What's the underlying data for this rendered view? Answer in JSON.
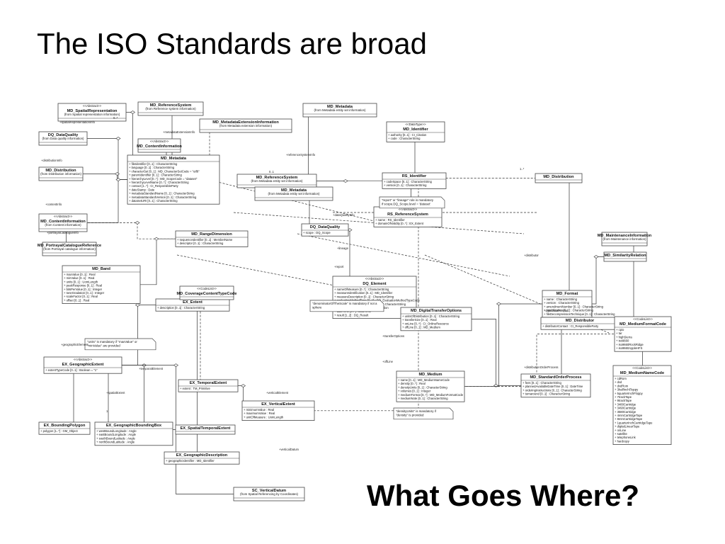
{
  "slide": {
    "title": "The ISO Standards are broad",
    "subtitle": "What Goes Where?"
  },
  "classes": [
    {
      "name": "MD_SpatialRepresentation",
      "stereo": "<<Abstract>>",
      "sub": "(from Spatial representation information)",
      "attrs": []
    },
    {
      "name": "MD_ReferenceSystem",
      "stereo": "",
      "sub": "(from Reference system information)",
      "attrs": []
    },
    {
      "name": "DQ_DataQuality",
      "stereo": "",
      "sub": "(from Data quality information)",
      "attrs": []
    },
    {
      "name": "MD_ContentInformation",
      "stereo": "<<Abstract>>",
      "sub": "",
      "attrs": []
    },
    {
      "name": "MD_MetadataExtensionInformation",
      "stereo": "",
      "sub": "(from Metadata extension information)",
      "attrs": []
    },
    {
      "name": "MD_Metadata",
      "stereo": "",
      "sub": "(from Metadata entity set information)",
      "attrs": []
    },
    {
      "name": "MD_Identifier",
      "stereo": "<<DataType>>",
      "sub": "",
      "attrs": [
        "+ authority [0..1] : CI_Citation",
        "+ code : CharacterString"
      ]
    },
    {
      "name": "MD_Distribution",
      "stereo": "",
      "sub": "(from Distribution information)",
      "attrs": []
    },
    {
      "name": "MD_Metadata",
      "stereo": "",
      "sub": "",
      "attrs": [
        "+ fileIdentifier [0..1] : CharacterString",
        "+ language [0..1] : CharacterString",
        "+ characterSet [0..1] : MD_CharacterSetCode = \"utf8\"",
        "+ parentIdentifier [0..1] : CharacterString",
        "+ hierarchyLevel [0..*] : MD_ScopeCode = \"dataset\"",
        "+ hierarchyLevelName [0..*] : CharacterString",
        "+ contact [1..*] : CI_ResponsibleParty",
        "+ dateStamp : Date",
        "+ metadataStandardName [0..1] : CharacterString",
        "+ metadataStandardVersion [0..1] : CharacterString",
        "+ dataSetURI [0..1] : CharacterString"
      ]
    },
    {
      "name": "MD_ReferenceSystem",
      "stereo": "",
      "sub": "(from Metadata entity set information)",
      "attrs": []
    },
    {
      "name": "RS_Identifier",
      "stereo": "",
      "sub": "",
      "attrs": [
        "+ codeSpace [0..1] : CharacterString",
        "+ version [0..1] : CharacterString"
      ]
    },
    {
      "name": "MD_Metadata",
      "stereo": "",
      "sub": "(from Metadata entity set information)",
      "attrs": []
    },
    {
      "name": "MD_ContentInformation",
      "stereo": "<<Abstract>>",
      "sub": "(from Content information)",
      "attrs": []
    },
    {
      "name": "MD_PortrayalCatalogueReference",
      "stereo": "",
      "sub": "(from Portrayal catalogue information)",
      "attrs": []
    },
    {
      "name": "MD_RangeDimension",
      "stereo": "",
      "sub": "",
      "attrs": [
        "+ sequenceIdentifier [0..1] : MemberName",
        "+ descriptor [0..1] : CharacterString"
      ]
    },
    {
      "name": "MD_Band",
      "stereo": "",
      "sub": "",
      "attrs": [
        "+ maxValue [0..1] : Real",
        "+ minValue [0..1] : Real",
        "+ units [0..1] : UomLength",
        "+ peakResponse [0..1] : Real",
        "+ bitsPerValue [0..1] : Integer",
        "+ toneGradation [0..1] : Integer",
        "+ scaleFactor [0..1] : Real",
        "+ offset [0..1] : Real"
      ]
    },
    {
      "name": "DQ_DataQuality",
      "stereo": "",
      "sub": "",
      "attrs": [
        "+ scope : DQ_Scope"
      ]
    },
    {
      "name": "RS_ReferenceSystem",
      "stereo": "<<Abstract>>",
      "sub": "",
      "attrs": [
        "+ name : RS_Identifier",
        "+ domainOfValidity [0..*] : EX_Extent"
      ]
    },
    {
      "name": "DQ_Element",
      "stereo": "<<Abstract>>",
      "sub": "",
      "attrs": [
        "+ nameOfMeasure [0..*] : CharacterString",
        "+ measureIdentification [0..1] : MD_Identifier",
        "+ measureDescription [0..1] : CharacterString",
        "+ evaluationMethodType [0..1] : DQ_EvaluationMethodTypeCode",
        "+ evaluationMethodDescription [0..1] : CharacterString",
        "+ evaluationProcedure [0..1] : CI_Citation",
        "+ dateTime [0..*] : DateTime",
        "+ result [1..2] : DQ_Result"
      ]
    },
    {
      "name": "EX_Extent",
      "stereo": "",
      "sub": "",
      "attrs": [
        "+ description [0..1] : CharacterString"
      ]
    },
    {
      "name": "MD_CoverageContentTypeCode",
      "stereo": "<<CodeList>>",
      "sub": "",
      "attrs": []
    },
    {
      "name": "EX_GeographicExtent",
      "stereo": "<<Abstract>>",
      "sub": "",
      "attrs": [
        "+ extentTypeCode [0..1] : Boolean = \"1\""
      ]
    },
    {
      "name": "EX_TemporalExtent",
      "stereo": "",
      "sub": "",
      "attrs": [
        "+ extent : TM_Primitive"
      ]
    },
    {
      "name": "EX_BoundingPolygon",
      "stereo": "",
      "sub": "",
      "attrs": [
        "+ polygon [1..*] : GM_Object"
      ]
    },
    {
      "name": "EX_GeographicBoundingBox",
      "stereo": "",
      "sub": "",
      "attrs": [
        "+ westBoundLongitude : Angle",
        "+ eastBoundLongitude : Angle",
        "+ southBoundLatitude : Angle",
        "+ northBoundLatitude : Angle"
      ]
    },
    {
      "name": "EX_SpatialTemporalExtent",
      "stereo": "",
      "sub": "",
      "attrs": []
    },
    {
      "name": "EX_VerticalExtent",
      "stereo": "",
      "sub": "",
      "attrs": [
        "+ minimumValue : Real",
        "+ maximumValue : Real",
        "+ unitOfMeasure : UomLength"
      ]
    },
    {
      "name": "EX_GeographicDescription",
      "stereo": "",
      "sub": "",
      "attrs": [
        "+ geographicIdentifier : MD_Identifier"
      ]
    },
    {
      "name": "SC_VerticalDatum",
      "stereo": "",
      "sub": "(from Spatial Referencing by Coordinates)",
      "attrs": []
    },
    {
      "name": "MD_Distribution",
      "stereo": "",
      "sub": "",
      "attrs": []
    },
    {
      "name": "MD_Format",
      "stereo": "",
      "sub": "",
      "attrs": [
        "+ name : CharacterString",
        "+ version : CharacterString",
        "+ amendmentNumber [0..1] : CharacterString",
        "+ specification [0..1] : CharacterString",
        "+ fileDecompressionTechnique [0..1] : CharacterString"
      ]
    },
    {
      "name": "MD_Distributor",
      "stereo": "",
      "sub": "",
      "attrs": [
        "+ distributorContact : CI_ResponsibleParty"
      ]
    },
    {
      "name": "MD_StandardOrderProcess",
      "stereo": "",
      "sub": "",
      "attrs": [
        "+ fees [0..1] : CharacterString",
        "+ plannedAvailableDateTime [0..1] : DateTime",
        "+ orderingInstructions [0..1] : CharacterString",
        "+ turnaround [0..1] : CharacterString"
      ]
    },
    {
      "name": "MD_DigitalTransferOptions",
      "stereo": "",
      "sub": "",
      "attrs": [
        "+ unitsOfDistribution [0..1] : CharacterString",
        "+ transferSize [0..1] : Real",
        "+ onLine [0..*] : CI_OnlineResource",
        "+ offLine [0..1] : MD_Medium"
      ]
    },
    {
      "name": "MD_Medium",
      "stereo": "",
      "sub": "",
      "attrs": [
        "+ name [0..1] : MD_MediumNameCode",
        "+ density [0..*] : Real",
        "+ densityUnits [0..1] : CharacterString",
        "+ volumes [0..1] : Integer",
        "+ mediumFormat [0..*] : MD_MediumFormatCode",
        "+ mediumNote [0..1] : CharacterString"
      ]
    },
    {
      "name": "MD_MediumFormatCode",
      "stereo": "<<CodeList>>",
      "sub": "",
      "attrs": [
        "+ cpio",
        "+ tar",
        "+ highSierra",
        "+ iso9660",
        "+ iso9660RockRidge",
        "+ iso9660AppleHFS"
      ]
    },
    {
      "name": "MD_MediumNameCode",
      "stereo": "<<CodeList>>",
      "sub": "",
      "attrs": [
        "+ cdRom",
        "+ dvd",
        "+ dvdRom",
        "+ 3halfInchFloppy",
        "+ 5quarterInchFloppy",
        "+ 7trackTape",
        "+ 9trackTape",
        "+ 3480Cartridge",
        "+ 3490Cartridge",
        "+ 3580Cartridge",
        "+ 4mmCartridgeTape",
        "+ 8mmCartridgeTape",
        "+ 1quarterInchCartridgeTape",
        "+ digitalLinearTape",
        "+ onLine",
        "+ satellite",
        "+ telephoneLink",
        "+ hardcopy"
      ]
    },
    {
      "name": "MD_MaintenanceInformation",
      "stereo": "",
      "sub": "(from Maintenance information)",
      "attrs": []
    },
    {
      "name": "MD_SimilarityRelation",
      "stereo": "",
      "sub": "",
      "attrs": []
    }
  ],
  "notes": [
    "\"report\" or \"lineage\" role is mandatory if scope.DQ_Scope.level = 'dataset'",
    "\"units\" is mandatory if \"maxValue\" or \"minValue\" are provided",
    "\"densityUnits\" is mandatory if \"density\" is provided",
    "\"denominatorOfTheScale\" is mandatory if not a sphere"
  ],
  "roles": [
    "+spatialRepresentationInfo",
    "+dataQualityInfo",
    "+contentInfo",
    "+distributionInfo",
    "+referenceSystemInfo",
    "+metadataExtensionInfo",
    "+portrayalCatalogueInfo",
    "+report",
    "+lineage",
    "+geographicElement",
    "+temporalElement",
    "+verticalElement",
    "+spatialExtent",
    "+verticalDatum",
    "+distributor",
    "+distributionOrderProcess",
    "+distributorFormat",
    "+transferOptions",
    "+offLine",
    "0..*",
    "0..1",
    "1..*",
    "1"
  ]
}
